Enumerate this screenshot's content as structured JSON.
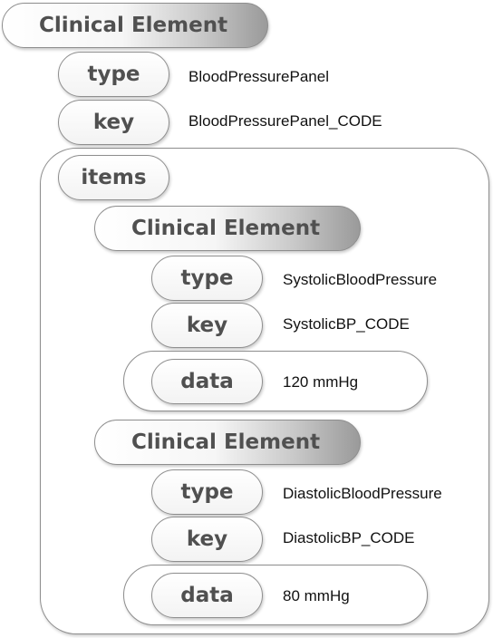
{
  "root": {
    "header": "Clinical Element",
    "type_key": "type",
    "type_value": "BloodPressurePanel",
    "key_key": "key",
    "key_value": "BloodPressurePanel_CODE",
    "items_key": "items",
    "items": [
      {
        "header": "Clinical Element",
        "type_key": "type",
        "type_value": "SystolicBloodPressure",
        "key_key": "key",
        "key_value": "SystolicBP_CODE",
        "data_key": "data",
        "data_value": "120 mmHg"
      },
      {
        "header": "Clinical Element",
        "type_key": "type",
        "type_value": "DiastolicBloodPressure",
        "key_key": "key",
        "key_value": "DiastolicBP_CODE",
        "data_key": "data",
        "data_value": "80 mmHg"
      }
    ]
  }
}
